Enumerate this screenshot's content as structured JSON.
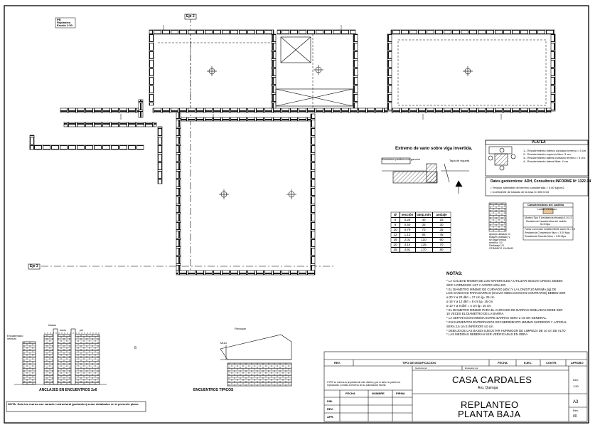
{
  "stamp": {
    "lines": [
      "PB",
      "Replanteo",
      "Escala 1:50"
    ]
  },
  "axes": {
    "top": "Eje 2",
    "left": "Eje 3"
  },
  "sections": {
    "detail_title": "Extremo de vano sobre viga invertida.",
    "detail_sub1": "Armadura positiva con gancho",
    "detail_sub2": "Tapa de vigueta",
    "anchor_caption": "ANCLAJES EN ENCUENTROS 2x6",
    "typical_caption": "ENCUENTROS TIPICOS",
    "anchor_note": "NOTA: Solo los muros con caracter estructural (portantes) seran detallados en el presente plano",
    "label_encadenado": "Encadenado vertical",
    "label_hilada": "hilada",
    "label_inicio": "inicio",
    "label_reboque": "Revoque",
    "label_muro": "Muro",
    "label_pie": "pie"
  },
  "planta": {
    "title": "PLATEA",
    "items": [
      "1.- Recubrimiento inferior contacto terreno = 5 cm.",
      "2.- Recubrimiento superior libre: 3 cm.",
      "3.- Recubrimiento lateral contacto terreno = 5 cm.",
      "4.- Recubrimiento lateral libre: 4 cm."
    ]
  },
  "geotech": {
    "title": "Datos geotécnicos: ADH, Consultores INFORME Nº 1322-14",
    "lines": [
      "• Tensión admisible del terreno considerada = 0.80 kg/cm2",
      "• Coeficiente de balasto de la losa K=500 t/m3"
    ]
  },
  "ladrillo": {
    "title": "Características del Ladrillo",
    "name": "Ladrillo Cerámico",
    "rows": [
      "Mortero Tipo E (resistencia elevada) 4-1/4-3",
      "Resistencia Característica del Ladrillo",
      "fk=5 Mpa",
      "Factor corrección esbeltez/límite ancho fk = 0.9",
      "Resistencia Compresión Muro = 3.00 Mpa",
      "Resistencia Tracción Muro = 0.20 Mpa"
    ]
  },
  "sand_note": [
    "Aparejo utilizado en",
    "bloques (trabado) y",
    "sin llaga vertical",
    "simetría: 1/3",
    "Desfasaje 1/3",
    "CERAMICO 12x18x33"
  ],
  "rebar_table": {
    "headers": [
      "Ø",
      "sección",
      "lamp.mín",
      "anclaje"
    ],
    "rows": [
      [
        "6",
        "0.28",
        "40",
        "25"
      ],
      [
        "8",
        "0.50",
        "35",
        "30"
      ],
      [
        "10",
        "0.79",
        "70",
        "35"
      ],
      [
        "12",
        "1.13",
        "85",
        "45"
      ],
      [
        "16",
        "2.01",
        "110",
        "60"
      ],
      [
        "20",
        "3.14",
        "135",
        "70"
      ],
      [
        "25",
        "4.91",
        "170",
        "80"
      ]
    ]
  },
  "notes": {
    "title": "NOTAS:",
    "items": [
      "* LA CALIDAD MINIMA DE LOS MATERIALES A UTILIZAR SEGUN CIRSOC DEBEN",
      "  SER: HORMIGON H17 Y ACERO ADN 420.",
      "* EL DIAMETRO MINIMO DE CURVADO (db/r) Y LA LONGITUD MINIMA (lg) DE",
      "  LOS GANCHOS PARA BARRAS (SALVO INDICACION EN CONTRARIO) DEBEN SER",
      "       ø 20 Y    ø 20  db/r = 17 cm   lg= 25 cm",
      "       ø 16 Y    ø 12  db/r = 8 cm    lg= 15 cm",
      "       ø 10 Y    ø 8   db/r = 4 cm    lg= 10 cm",
      "* EL DIAMETRO MINIMO PARA EL CURVADO DE BARRAS DOBLADAS DEBE SER",
      "  10 VECES EL DIAMETRO DE LA BARRA.",
      "* LA SEPARACION MINIMA ENTRE BARRAS SERA 2 cm EN GENERAL.",
      "* EN ELEMENTOS ENTERRADOS RECUBRIMIENTO MINIMO SUPERIOR Y LATERAL",
      "  SERA 2,5 cm E INFERIOR 4,0 cm.",
      "* DEBAJO DE LAS BASES EJECUTAR HORMIGON DE LIMPIEZA DE 10 cm DE ALTO",
      "* LAS MEDIDAS DEBERAN SER VERIFICADAS EN OBRA"
    ]
  },
  "title_block": {
    "rev": "REV.",
    "tipo": "TIPO DE MODIFICACION",
    "fecha": "FECHA",
    "ejec": "EJEC.",
    "contr": "CONTR.",
    "aprobo": "APROBO",
    "disclaimer": "CYPE se reserva la propiedad de este diseño y por lo tanto no puede ser reproducido o cedido a terceros sin su autorización escrita",
    "col_fecha": "FECHA",
    "col_nombre": "NOMBRE",
    "col_firma": "FIRMA",
    "row_dib": "DIB.",
    "row_rev": "REV.",
    "row_apr": "APR.",
    "small1": "Gestiona por",
    "small2": "Ensayado por",
    "project": "CASA CARDALES",
    "architect": "Arq. Quiroga",
    "plan1": "REPLANTEO",
    "plan2": "PLANTA BAJA",
    "r_dec": "Dec:",
    "r_scale": "1:50",
    "r_size": "A3",
    "r_rev": "Rev.",
    "r_num": "00"
  }
}
